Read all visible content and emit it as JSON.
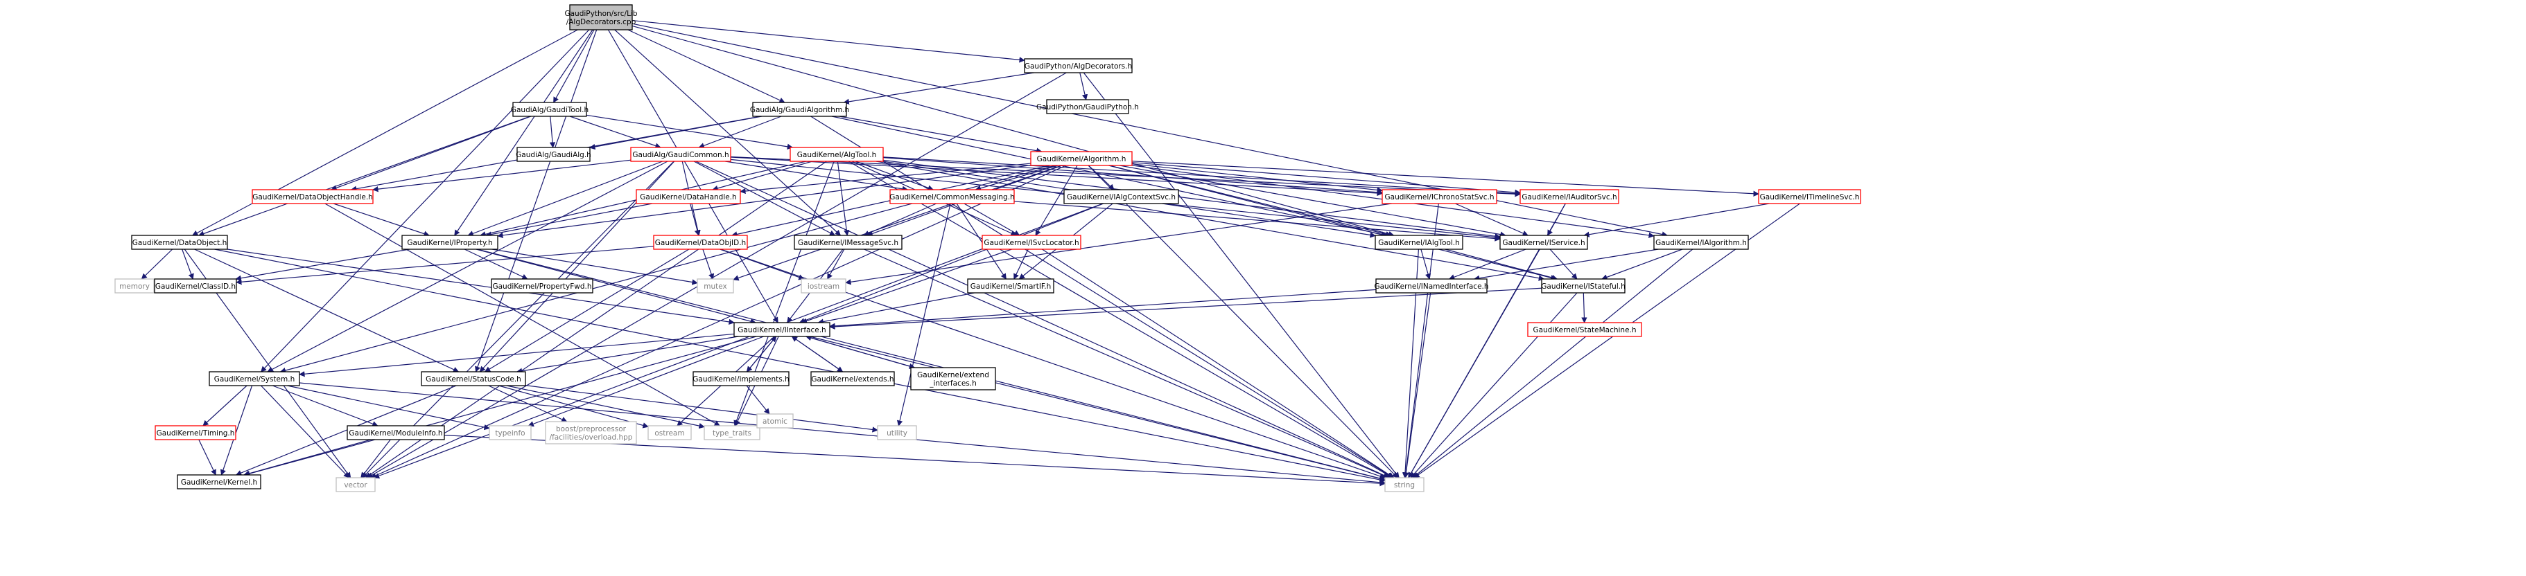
{
  "colors": {
    "edge": "#191970",
    "box_border_black": "#000000",
    "box_border_red": "#ff0000",
    "box_border_gray": "#bfbfbf",
    "root_fill": "#bfbfbf",
    "text": "#000000",
    "text_gray": "#7f7f7f"
  },
  "nodes": [
    {
      "id": "root",
      "label": [
        "GaudiPython/src/Lib",
        "/AlgDecorators.cpp"
      ],
      "style": "root"
    },
    {
      "id": "gp_algdec",
      "label": [
        "GaudiPython/AlgDecorators.h"
      ],
      "style": "black"
    },
    {
      "id": "gaudi_python",
      "label": [
        "GaudiPython/GaudiPython.h"
      ],
      "style": "black"
    },
    {
      "id": "gaudialg_algorithm",
      "label": [
        "GaudiAlg/GaudiAlgorithm.h"
      ],
      "style": "black"
    },
    {
      "id": "gaudialg_tool",
      "label": [
        "GaudiAlg/GaudiTool.h"
      ],
      "style": "black"
    },
    {
      "id": "gaudialg_alg",
      "label": [
        "GaudiAlg/GaudiAlg.h"
      ],
      "style": "black"
    },
    {
      "id": "gaudialg_common",
      "label": [
        "GaudiAlg/GaudiCommon.h"
      ],
      "style": "red"
    },
    {
      "id": "gk_algtool",
      "label": [
        "GaudiKernel/AlgTool.h"
      ],
      "style": "red"
    },
    {
      "id": "gk_algorithm",
      "label": [
        "GaudiKernel/Algorithm.h"
      ],
      "style": "red"
    },
    {
      "id": "gk_dataobjecthandle",
      "label": [
        "GaudiKernel/DataObjectHandle.h"
      ],
      "style": "red"
    },
    {
      "id": "gk_datahandle",
      "label": [
        "GaudiKernel/DataHandle.h"
      ],
      "style": "red"
    },
    {
      "id": "gk_commonmessaging",
      "label": [
        "GaudiKernel/CommonMessaging.h"
      ],
      "style": "red"
    },
    {
      "id": "gk_ialgcontextsvc",
      "label": [
        "GaudiKernel/IAlgContextSvc.h"
      ],
      "style": "black"
    },
    {
      "id": "gk_ichronostatsvc",
      "label": [
        "GaudiKernel/IChronoStatSvc.h"
      ],
      "style": "red"
    },
    {
      "id": "gk_iauditorsvc",
      "label": [
        "GaudiKernel/IAuditorSvc.h"
      ],
      "style": "red"
    },
    {
      "id": "gk_itimelinesvc",
      "label": [
        "GaudiKernel/ITimelineSvc.h"
      ],
      "style": "red"
    },
    {
      "id": "gk_dataobject",
      "label": [
        "GaudiKernel/DataObject.h"
      ],
      "style": "black"
    },
    {
      "id": "gk_iproperty",
      "label": [
        "GaudiKernel/IProperty.h"
      ],
      "style": "black"
    },
    {
      "id": "gk_dataobjid",
      "label": [
        "GaudiKernel/DataObjID.h"
      ],
      "style": "red"
    },
    {
      "id": "gk_imessagesvc",
      "label": [
        "GaudiKernel/IMessageSvc.h"
      ],
      "style": "black"
    },
    {
      "id": "gk_isvclocator",
      "label": [
        "GaudiKernel/ISvcLocator.h"
      ],
      "style": "red"
    },
    {
      "id": "gk_ialgtool",
      "label": [
        "GaudiKernel/IAlgTool.h"
      ],
      "style": "black"
    },
    {
      "id": "gk_iservice",
      "label": [
        "GaudiKernel/IService.h"
      ],
      "style": "black"
    },
    {
      "id": "gk_ialgorithm",
      "label": [
        "GaudiKernel/IAlgorithm.h"
      ],
      "style": "black"
    },
    {
      "id": "memory",
      "label": [
        "memory"
      ],
      "style": "gray"
    },
    {
      "id": "gk_classid",
      "label": [
        "GaudiKernel/ClassID.h"
      ],
      "style": "black"
    },
    {
      "id": "gk_propertyfwd",
      "label": [
        "GaudiKernel/PropertyFwd.h"
      ],
      "style": "black"
    },
    {
      "id": "mutex",
      "label": [
        "mutex"
      ],
      "style": "gray"
    },
    {
      "id": "iostream",
      "label": [
        "iostream"
      ],
      "style": "gray"
    },
    {
      "id": "gk_smartif",
      "label": [
        "GaudiKernel/SmartIF.h"
      ],
      "style": "black"
    },
    {
      "id": "gk_inamedinterface",
      "label": [
        "GaudiKernel/INamedInterface.h"
      ],
      "style": "black"
    },
    {
      "id": "gk_istateful",
      "label": [
        "GaudiKernel/IStateful.h"
      ],
      "style": "black"
    },
    {
      "id": "gk_statemachine",
      "label": [
        "GaudiKernel/StateMachine.h"
      ],
      "style": "red"
    },
    {
      "id": "gk_iinterface",
      "label": [
        "GaudiKernel/IInterface.h"
      ],
      "style": "black"
    },
    {
      "id": "gk_system",
      "label": [
        "GaudiKernel/System.h"
      ],
      "style": "black"
    },
    {
      "id": "gk_statuscode",
      "label": [
        "GaudiKernel/StatusCode.h"
      ],
      "style": "black"
    },
    {
      "id": "gk_implements",
      "label": [
        "GaudiKernel/implements.h"
      ],
      "style": "black"
    },
    {
      "id": "gk_extends",
      "label": [
        "GaudiKernel/extends.h"
      ],
      "style": "black"
    },
    {
      "id": "gk_extend_interfaces",
      "label": [
        "GaudiKernel/extend",
        "_interfaces.h"
      ],
      "style": "black"
    },
    {
      "id": "gk_timing",
      "label": [
        "GaudiKernel/Timing.h"
      ],
      "style": "red"
    },
    {
      "id": "gk_moduleinfo",
      "label": [
        "GaudiKernel/ModuleInfo.h"
      ],
      "style": "black"
    },
    {
      "id": "typeinfo",
      "label": [
        "typeinfo"
      ],
      "style": "gray"
    },
    {
      "id": "boost_overload",
      "label": [
        "boost/preprocessor",
        "/facilities/overload.hpp"
      ],
      "style": "gray"
    },
    {
      "id": "ostream",
      "label": [
        "ostream"
      ],
      "style": "gray"
    },
    {
      "id": "type_traits",
      "label": [
        "type_traits"
      ],
      "style": "gray"
    },
    {
      "id": "utility",
      "label": [
        "utility"
      ],
      "style": "gray"
    },
    {
      "id": "atomic",
      "label": [
        "atomic"
      ],
      "style": "gray"
    },
    {
      "id": "gk_kernel",
      "label": [
        "GaudiKernel/Kernel.h"
      ],
      "style": "black"
    },
    {
      "id": "vector",
      "label": [
        "vector"
      ],
      "style": "gray"
    },
    {
      "id": "string",
      "label": [
        "string"
      ],
      "style": "gray"
    }
  ],
  "edges": [
    [
      "root",
      "gp_algdec"
    ],
    [
      "root",
      "gaudialg_algorithm"
    ],
    [
      "root",
      "gaudialg_tool"
    ],
    [
      "root",
      "gk_dataobject"
    ],
    [
      "root",
      "gk_iinterface"
    ],
    [
      "root",
      "gk_statuscode"
    ],
    [
      "root",
      "gk_system"
    ],
    [
      "root",
      "gk_iproperty"
    ],
    [
      "root",
      "gk_imessagesvc"
    ],
    [
      "root",
      "gk_ialgorithm"
    ],
    [
      "root",
      "gk_ialgtool"
    ],
    [
      "gp_algdec",
      "gaudi_python"
    ],
    [
      "gp_algdec",
      "gaudialg_algorithm"
    ],
    [
      "gp_algdec",
      "string"
    ],
    [
      "gp_algdec",
      "vector"
    ],
    [
      "gaudialg_algorithm",
      "gaudialg_common"
    ],
    [
      "gaudialg_algorithm",
      "gk_algorithm"
    ],
    [
      "gaudialg_algorithm",
      "gaudialg_alg"
    ],
    [
      "gaudialg_algorithm",
      "string"
    ],
    [
      "gaudialg_algorithm",
      "gk_dataobjecthandle"
    ],
    [
      "gaudialg_algorithm",
      "gk_ialgtool"
    ],
    [
      "gaudialg_tool",
      "gaudialg_alg"
    ],
    [
      "gaudialg_tool",
      "gaudialg_common"
    ],
    [
      "gaudialg_tool",
      "gk_algtool"
    ],
    [
      "gaudialg_tool",
      "gk_dataobjecthandle"
    ],
    [
      "gaudialg_tool",
      "gk_dataobject"
    ],
    [
      "gaudialg_common",
      "gk_dataobjecthandle"
    ],
    [
      "gaudialg_common",
      "gk_commonmessaging"
    ],
    [
      "gaudialg_common",
      "gk_ichronostatsvc"
    ],
    [
      "gaudialg_common",
      "gk_iproperty"
    ],
    [
      "gaudialg_common",
      "gk_imessagesvc"
    ],
    [
      "gaudialg_common",
      "gk_statuscode"
    ],
    [
      "gaudialg_common",
      "gk_system"
    ],
    [
      "gaudialg_common",
      "gk_dataobjid"
    ],
    [
      "gaudialg_common",
      "string"
    ],
    [
      "gaudialg_common",
      "vector"
    ],
    [
      "gaudialg_common",
      "gk_iauditorsvc"
    ],
    [
      "gaudialg_common",
      "gk_iservice"
    ],
    [
      "gk_algtool",
      "gk_commonmessaging"
    ],
    [
      "gk_algtool",
      "gk_ialgtool"
    ],
    [
      "gk_algtool",
      "gk_iproperty"
    ],
    [
      "gk_algtool",
      "gk_imessagesvc"
    ],
    [
      "gk_algtool",
      "gk_isvclocator"
    ],
    [
      "gk_algtool",
      "gk_iauditorsvc"
    ],
    [
      "gk_algtool",
      "gk_ichronostatsvc"
    ],
    [
      "gk_algtool",
      "gk_datahandle"
    ],
    [
      "gk_algtool",
      "gk_iservice"
    ],
    [
      "gk_algtool",
      "type_traits"
    ],
    [
      "gk_algtool",
      "vector"
    ],
    [
      "gk_algtool",
      "string"
    ],
    [
      "gk_algtool",
      "gk_istateful"
    ],
    [
      "gk_algorithm",
      "gk_ialgorithm"
    ],
    [
      "gk_algorithm",
      "gk_ialgcontextsvc"
    ],
    [
      "gk_algorithm",
      "gk_commonmessaging"
    ],
    [
      "gk_algorithm",
      "gk_iauditorsvc"
    ],
    [
      "gk_algorithm",
      "gk_ichronostatsvc"
    ],
    [
      "gk_algorithm",
      "gk_itimelinesvc"
    ],
    [
      "gk_algorithm",
      "gk_iproperty"
    ],
    [
      "gk_algorithm",
      "gk_imessagesvc"
    ],
    [
      "gk_algorithm",
      "gk_isvclocator"
    ],
    [
      "gk_algorithm",
      "gk_datahandle"
    ],
    [
      "gk_algorithm",
      "gk_dataobjid"
    ],
    [
      "gk_algorithm",
      "gk_iservice"
    ],
    [
      "gk_algorithm",
      "gk_istateful"
    ],
    [
      "gk_algorithm",
      "mutex"
    ],
    [
      "gk_algorithm",
      "string"
    ],
    [
      "gk_algorithm",
      "vector"
    ],
    [
      "gk_algorithm",
      "gk_system"
    ],
    [
      "gk_algorithm",
      "gk_ialgtool"
    ],
    [
      "gk_dataobjecthandle",
      "gk_iproperty"
    ],
    [
      "gk_dataobjecthandle",
      "type_traits"
    ],
    [
      "gk_datahandle",
      "gk_dataobjid"
    ],
    [
      "gk_datahandle",
      "gk_iproperty"
    ],
    [
      "gk_commonmessaging",
      "gk_imessagesvc"
    ],
    [
      "gk_commonmessaging",
      "gk_isvclocator"
    ],
    [
      "gk_commonmessaging",
      "gk_smartif"
    ],
    [
      "gk_commonmessaging",
      "utility"
    ],
    [
      "gk_commonmessaging",
      "gk_iservice"
    ],
    [
      "gk_ialgcontextsvc",
      "gk_iinterface"
    ],
    [
      "gk_ialgcontextsvc",
      "vector"
    ],
    [
      "gk_ialgcontextsvc",
      "gk_smartif"
    ],
    [
      "gk_ichronostatsvc",
      "gk_iservice"
    ],
    [
      "gk_ichronostatsvc",
      "iostream"
    ],
    [
      "gk_ichronostatsvc",
      "string"
    ],
    [
      "gk_iauditorsvc",
      "gk_iservice"
    ],
    [
      "gk_iauditorsvc",
      "string"
    ],
    [
      "gk_itimelinesvc",
      "gk_iservice"
    ],
    [
      "gk_itimelinesvc",
      "string"
    ],
    [
      "gk_dataobject",
      "memory"
    ],
    [
      "gk_dataobject",
      "gk_classid"
    ],
    [
      "gk_dataobject",
      "gk_statuscode"
    ],
    [
      "gk_dataobject",
      "vector"
    ],
    [
      "gk_dataobject",
      "string"
    ],
    [
      "gk_dataobject",
      "gk_iinterface"
    ],
    [
      "gk_iproperty",
      "gk_propertyfwd"
    ],
    [
      "gk_iproperty",
      "gk_iinterface"
    ],
    [
      "gk_iproperty",
      "string"
    ],
    [
      "gk_iproperty",
      "mutex"
    ],
    [
      "gk_iproperty",
      "gk_classid"
    ],
    [
      "gk_dataobjid",
      "gk_classid"
    ],
    [
      "gk_dataobjid",
      "mutex"
    ],
    [
      "gk_dataobjid",
      "iostream"
    ],
    [
      "gk_dataobjid",
      "string"
    ],
    [
      "gk_dataobjid",
      "gk_statuscode"
    ],
    [
      "gk_imessagesvc",
      "gk_iinterface"
    ],
    [
      "gk_imessagesvc",
      "iostream"
    ],
    [
      "gk_imessagesvc",
      "string"
    ],
    [
      "gk_isvclocator",
      "gk_smartif"
    ],
    [
      "gk_isvclocator",
      "gk_iinterface"
    ],
    [
      "gk_isvclocator",
      "string"
    ],
    [
      "gk_ialgtool",
      "gk_inamedinterface"
    ],
    [
      "gk_ialgtool",
      "gk_istateful"
    ],
    [
      "gk_ialgtool",
      "string"
    ],
    [
      "gk_iservice",
      "gk_inamedinterface"
    ],
    [
      "gk_iservice",
      "gk_istateful"
    ],
    [
      "gk_iservice",
      "string"
    ],
    [
      "gk_ialgorithm",
      "gk_inamedinterface"
    ],
    [
      "gk_ialgorithm",
      "gk_istateful"
    ],
    [
      "gk_ialgorithm",
      "string"
    ],
    [
      "gk_smartif",
      "gk_iinterface"
    ],
    [
      "gk_inamedinterface",
      "gk_iinterface"
    ],
    [
      "gk_inamedinterface",
      "string"
    ],
    [
      "gk_istateful",
      "gk_iinterface"
    ],
    [
      "gk_istateful",
      "gk_statemachine"
    ],
    [
      "gk_istateful",
      "string"
    ],
    [
      "gk_iinterface",
      "gk_system"
    ],
    [
      "gk_iinterface",
      "gk_statuscode"
    ],
    [
      "gk_iinterface",
      "gk_implements"
    ],
    [
      "gk_iinterface",
      "gk_extends"
    ],
    [
      "gk_iinterface",
      "gk_extend_interfaces"
    ],
    [
      "gk_iinterface",
      "typeinfo"
    ],
    [
      "gk_iinterface",
      "ostream"
    ],
    [
      "gk_iinterface",
      "type_traits"
    ],
    [
      "gk_iinterface",
      "gk_kernel"
    ],
    [
      "gk_iinterface",
      "string"
    ],
    [
      "gk_implements",
      "gk_iinterface"
    ],
    [
      "gk_implements",
      "atomic"
    ],
    [
      "gk_extends",
      "gk_iinterface"
    ],
    [
      "gk_extend_interfaces",
      "gk_iinterface"
    ],
    [
      "gk_system",
      "gk_timing"
    ],
    [
      "gk_system",
      "gk_moduleinfo"
    ],
    [
      "gk_system",
      "gk_kernel"
    ],
    [
      "gk_system",
      "vector"
    ],
    [
      "gk_system",
      "string"
    ],
    [
      "gk_system",
      "typeinfo"
    ],
    [
      "gk_statuscode",
      "boost_overload"
    ],
    [
      "gk_statuscode",
      "ostream"
    ],
    [
      "gk_statuscode",
      "type_traits"
    ],
    [
      "gk_statuscode",
      "utility"
    ],
    [
      "gk_statuscode",
      "gk_kernel"
    ],
    [
      "gk_timing",
      "gk_kernel"
    ],
    [
      "gk_moduleinfo",
      "gk_kernel"
    ],
    [
      "gk_moduleinfo",
      "string"
    ],
    [
      "gk_moduleinfo",
      "vector"
    ]
  ]
}
